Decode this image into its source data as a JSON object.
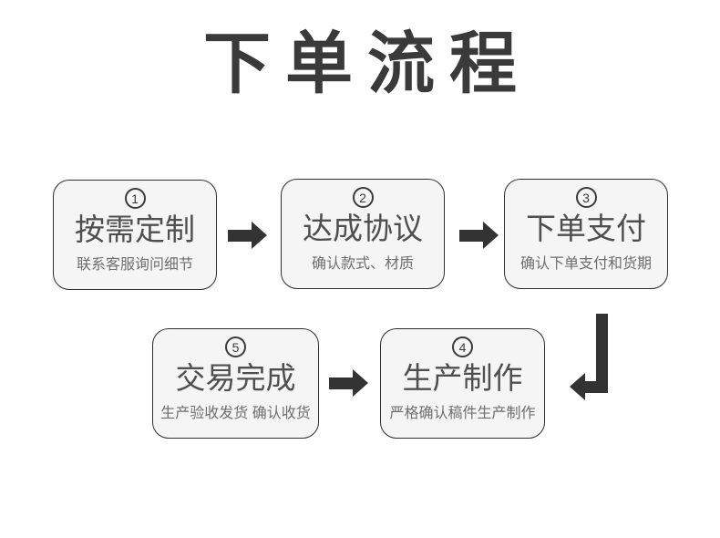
{
  "title": "下单流程",
  "colors": {
    "background": "#ffffff",
    "box_fill": "#f5f5f5",
    "box_border": "#2f2f2f",
    "title_text": "#3a3a3a",
    "label_text": "#4f4f4f",
    "subtitle_text": "#6e6e6e",
    "arrow": "#333333"
  },
  "steps": [
    {
      "number": "1",
      "label": "按需定制",
      "subtitle": "联系客服询问细节"
    },
    {
      "number": "2",
      "label": "达成协议",
      "subtitle": "确认款式、材质"
    },
    {
      "number": "3",
      "label": "下单支付",
      "subtitle": "确认下单支付和货期"
    },
    {
      "number": "4",
      "label": "生产制作",
      "subtitle": "严格确认稿件生产制作"
    },
    {
      "number": "5",
      "label": "交易完成",
      "subtitle": "生产验收发货 确认收货"
    }
  ]
}
